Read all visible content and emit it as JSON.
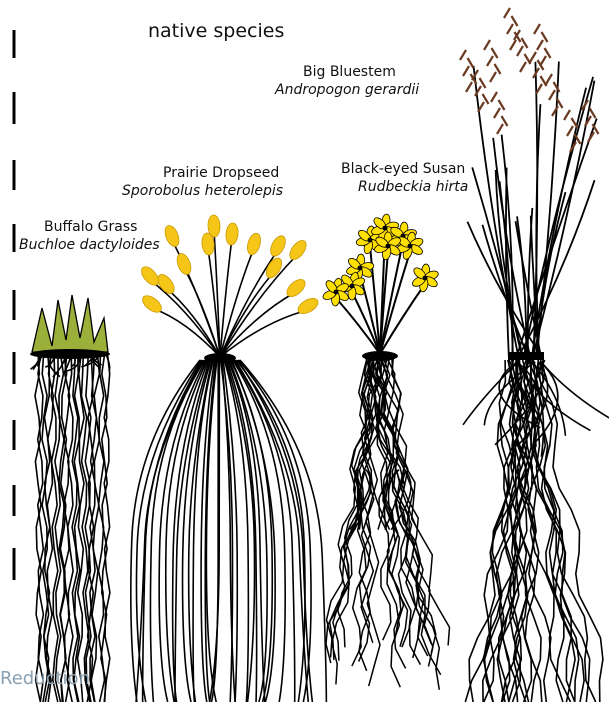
{
  "title": "native species",
  "plants": [
    {
      "common": "Buffalo Grass",
      "scientific": "Buchloe dactyloides"
    },
    {
      "common": "Prairie Dropseed",
      "scientific": "Sporobolus heterolepis"
    },
    {
      "common": "Black-eyed Susan",
      "scientific": "Rudbeckia hirta"
    },
    {
      "common": "Big Bluestem",
      "scientific": "Andropogon gerardii"
    }
  ],
  "footer": {
    "text": "Reduction"
  },
  "colors": {
    "ink": "#000000",
    "grass_green": "#9bb03a",
    "seed_yellow": "#f5c518",
    "flower_yellow": "#ffe000",
    "seedhead": "#6b3a22"
  }
}
